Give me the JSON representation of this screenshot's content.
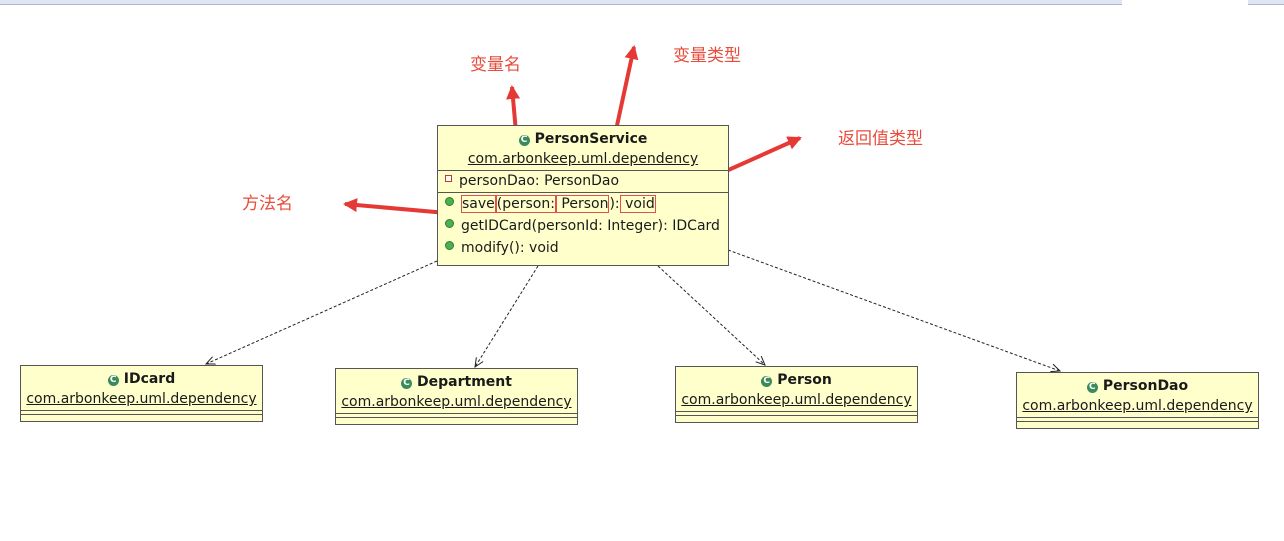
{
  "main_class": {
    "name": "PersonService",
    "package": "com.arbonkeep.uml.dependency",
    "attributes": [
      "personDao: PersonDao"
    ],
    "methods": {
      "save": {
        "name": "save",
        "param": "(person:",
        "type": " Person",
        "close": "):",
        "return": " void"
      },
      "get_id_card": "getIDCard(personId: Integer): IDCard",
      "modify": "modify(): void"
    }
  },
  "dependencies": [
    {
      "name": "IDcard",
      "package": "com.arbonkeep.uml.dependency"
    },
    {
      "name": "Department",
      "package": "com.arbonkeep.uml.dependency"
    },
    {
      "name": "Person",
      "package": "com.arbonkeep.uml.dependency"
    },
    {
      "name": "PersonDao",
      "package": "com.arbonkeep.uml.dependency"
    }
  ],
  "annotations": {
    "method_name": "方法名",
    "variable_name": "变量名",
    "variable_type": "变量类型",
    "return_type": "返回值类型"
  },
  "colors": {
    "class_fill": "#ffffcc",
    "annotation": "#e74c3c",
    "class_icon": "#3a8a5b"
  },
  "icons": {
    "class": "class-icon",
    "private_field": "private-field-icon",
    "public_method": "public-method-icon"
  }
}
